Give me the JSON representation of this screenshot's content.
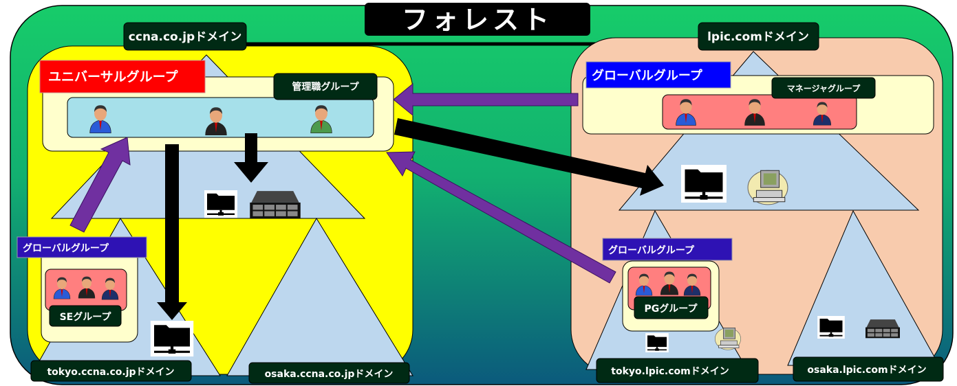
{
  "title": "フォレスト",
  "domains": {
    "ccna": "ccna.co.jpドメイン",
    "lpic": "lpic.comドメイン",
    "tokyo_ccna": "tokyo.ccna.co.jpドメイン",
    "osaka_ccna": "osaka.ccna.co.jpドメイン",
    "tokyo_lpic": "tokyo.lpic.comドメイン",
    "osaka_lpic": "osaka.lpic.comドメイン"
  },
  "groups": {
    "universal": "ユニバーサルグループ",
    "manager_jp": "管理職グループ",
    "global_lpic": "グローバルグループ",
    "manager_kana": "マネージャグループ",
    "global_tokyo_ccna": "グローバルグループ",
    "se": "SEグループ",
    "global_tokyo_lpic": "グローバルグループ",
    "pg": "PGグループ"
  },
  "colors": {
    "forest_top": "#17cc6a",
    "forest_bottom": "#0b5a7c",
    "ccna_domain": "#ffff00",
    "lpic_domain": "#f8cbad",
    "tree": "#bdd7ee",
    "universal": "#ff0000",
    "global": "#0000ff",
    "global_child": "#2e12b4",
    "label_bg": "#002a14",
    "arrow_purple": "#7030a0"
  }
}
